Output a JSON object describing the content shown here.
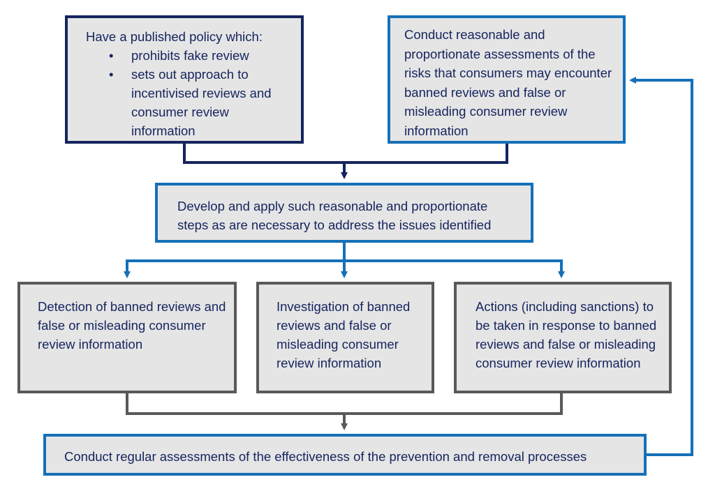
{
  "colors": {
    "navy": "#15245e",
    "blue": "#1670b8",
    "grey": "#595959",
    "box_fill": "#e5e5e5",
    "text": "#15245e"
  },
  "boxes": {
    "policy": {
      "intro": "Have a published policy which:",
      "bullet_glyph": "•",
      "bullets": [
        "prohibits fake review",
        "sets out approach to incentivised reviews and consumer review information"
      ]
    },
    "risk": {
      "text": "Conduct reasonable and proportionate assessments of the risks that consumers may encounter banned reviews and false or misleading consumer review information"
    },
    "steps": {
      "text": "Develop and apply such reasonable and proportionate steps as are necessary to address the issues identified"
    },
    "detection": {
      "text": "Detection of banned reviews and false or misleading consumer review information"
    },
    "investigation": {
      "text": "Investigation of banned reviews and false or misleading consumer review information"
    },
    "actions": {
      "text": "Actions (including sanctions) to be taken in response to banned reviews and false or misleading consumer review information"
    },
    "effectiveness": {
      "text": "Conduct regular assessments of the effectiveness of the prevention and removal processes"
    }
  }
}
